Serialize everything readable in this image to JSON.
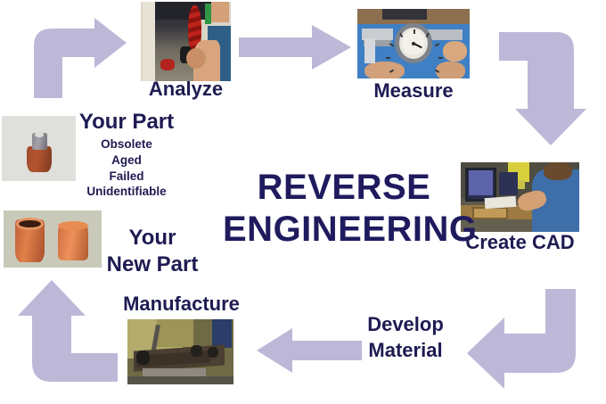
{
  "diagram": {
    "center_title_line1": "REVERSE",
    "center_title_line2": "ENGINEERING",
    "accent_color": "#1f1b5e",
    "arrow_color": "#bdb8d8",
    "background_color": "#ffffff"
  },
  "part_input": {
    "title": "Your Part",
    "attributes": [
      "Obsolete",
      "Aged",
      "Failed",
      "Unidentifiable"
    ],
    "photo_alt": "worn brown and gray machine part"
  },
  "part_output": {
    "title_line1": "Your",
    "title_line2": "New Part",
    "photo_alt": "two new terracotta colored parts"
  },
  "steps": [
    {
      "label": "Analyze",
      "photo_alt": "operator using test machine with red coiled hose"
    },
    {
      "label": "Measure",
      "photo_alt": "dial caliper measuring part on blue mat"
    },
    {
      "label": "Create CAD",
      "photo_alt": "engineer at desk with computer monitors"
    },
    {
      "label": "Develop",
      "photo_alt": ""
    },
    {
      "label": "Material",
      "photo_alt": ""
    },
    {
      "label": "Manufacture",
      "photo_alt": "industrial machining of a metal beam"
    }
  ],
  "develop_material": {
    "line1": "Develop",
    "line2": "Material"
  },
  "arrows": [
    {
      "name": "arrow-part-to-analyze",
      "direction": "up-then-right"
    },
    {
      "name": "arrow-analyze-to-measure",
      "direction": "right"
    },
    {
      "name": "arrow-measure-to-cad",
      "direction": "right-then-down"
    },
    {
      "name": "arrow-cad-to-material",
      "direction": "down-then-left"
    },
    {
      "name": "arrow-material-to-manufacture",
      "direction": "left"
    },
    {
      "name": "arrow-manufacture-to-newpart",
      "direction": "left-then-up"
    }
  ]
}
